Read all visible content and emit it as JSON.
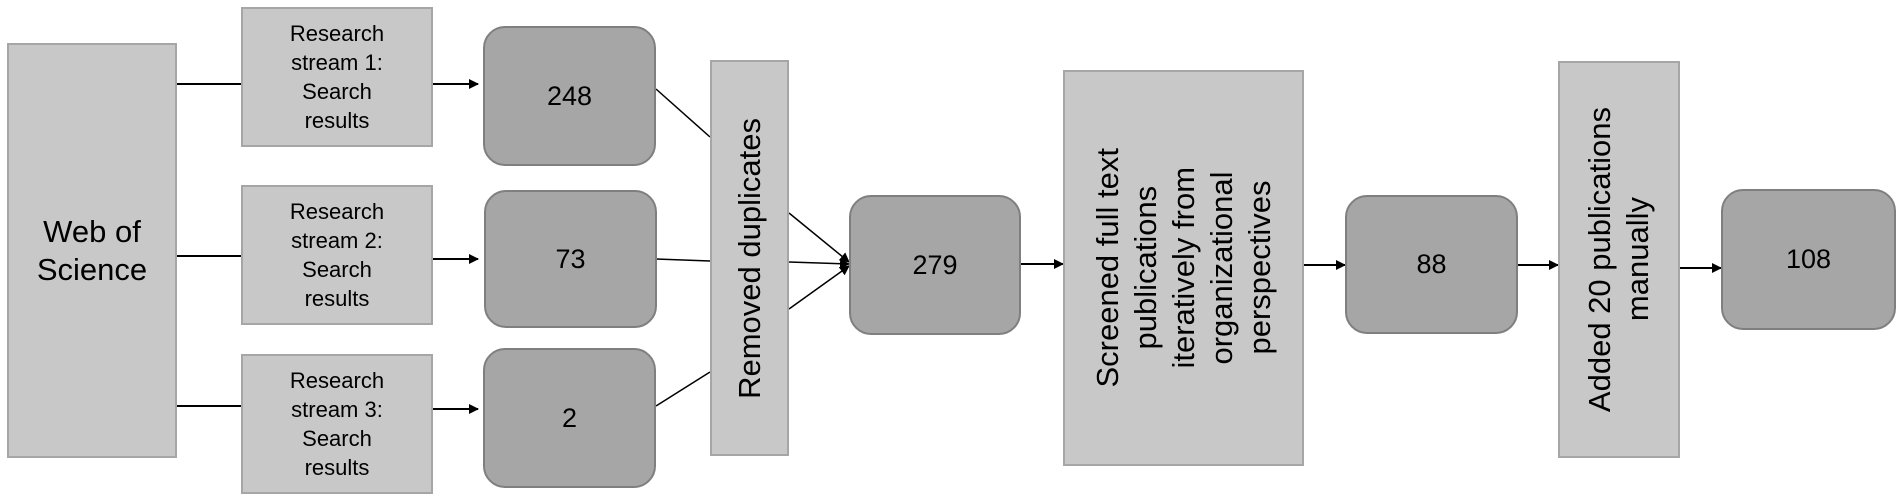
{
  "source": {
    "label": "Web of\nScience"
  },
  "streams": [
    {
      "label": "Research\nstream 1:\nSearch\nresults",
      "count": "248"
    },
    {
      "label": "Research\nstream 2:\nSearch\nresults",
      "count": "73"
    },
    {
      "label": "Research\nstream 3:\nSearch\nresults",
      "count": "2"
    }
  ],
  "steps": {
    "dedup": "Removed duplicates",
    "after_dedup": "279",
    "screen": "Screened full text\npublications\niteratively from\norganizational\nperspectives",
    "after_screen": "88",
    "added": "Added 20 publications\nmanually",
    "final": "108"
  },
  "colors": {
    "light_box": "#c8c8c8",
    "dark_box": "#a6a6a6",
    "border": "#7f7f7f"
  }
}
